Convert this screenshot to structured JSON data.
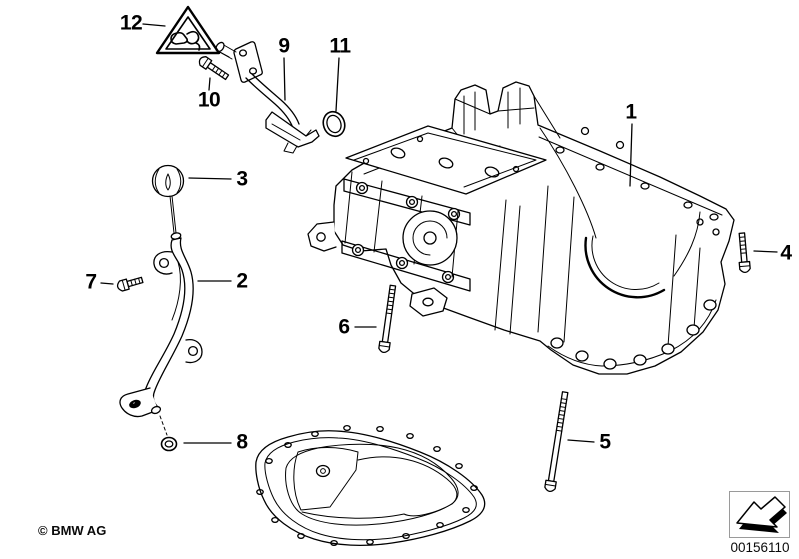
{
  "callouts": [
    "1",
    "2",
    "3",
    "4",
    "5",
    "6",
    "7",
    "8",
    "9",
    "10",
    "11",
    "12"
  ],
  "footer": {
    "copyright": "© BMW AG"
  },
  "reference": {
    "code": "00156110"
  },
  "icons": {
    "warning_triangle": "hand-pinch-warning-icon",
    "nav_arrow": "back-arrow-3d-icon"
  },
  "colors": {
    "line": "#000000",
    "background": "#ffffff",
    "nav_box_border": "#9a9a9a"
  }
}
